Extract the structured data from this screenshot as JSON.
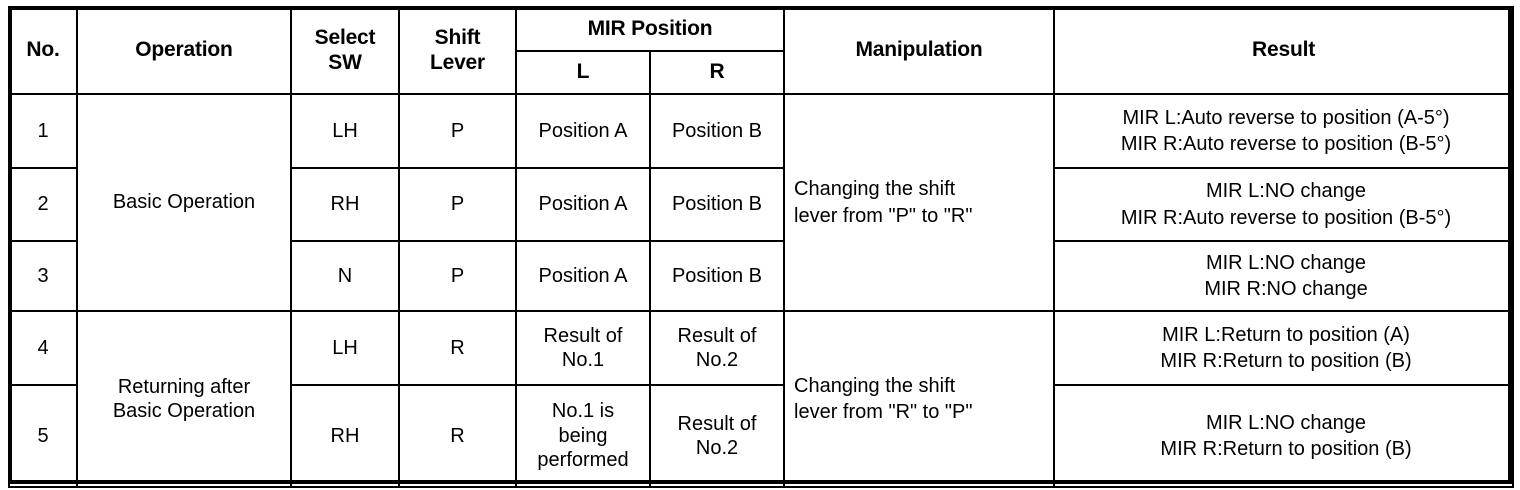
{
  "table": {
    "headers": {
      "no": "No.",
      "operation": "Operation",
      "select_sw": "Select\nSW",
      "shift_lever": "Shift\nLever",
      "mir_position": "MIR Position",
      "mir_l": "L",
      "mir_r": "R",
      "manipulation": "Manipulation",
      "result": "Result"
    },
    "groups": [
      {
        "operation": "Basic Operation",
        "manipulation": "Changing the shift\nlever from \"P\" to \"R\"",
        "rows": [
          {
            "no": "1",
            "select_sw": "LH",
            "shift_lever": "P",
            "mir_l": "Position A",
            "mir_r": "Position B",
            "result": "MIR L:Auto reverse to position (A-5°)\nMIR R:Auto reverse to position (B-5°)"
          },
          {
            "no": "2",
            "select_sw": "RH",
            "shift_lever": "P",
            "mir_l": "Position A",
            "mir_r": "Position B",
            "result": "MIR L:NO change\nMIR R:Auto reverse to position (B-5°)"
          },
          {
            "no": "3",
            "select_sw": "N",
            "shift_lever": "P",
            "mir_l": "Position A",
            "mir_r": "Position B",
            "result": "MIR L:NO change\nMIR R:NO change"
          }
        ]
      },
      {
        "operation": "Returning after\nBasic Operation",
        "manipulation": "Changing the shift\nlever from \"R\" to \"P\"",
        "rows": [
          {
            "no": "4",
            "select_sw": "LH",
            "shift_lever": "R",
            "mir_l": "Result of\nNo.1",
            "mir_r": "Result of\nNo.2",
            "result": "MIR L:Return to position (A)\nMIR R:Return to position (B)"
          },
          {
            "no": "5",
            "select_sw": "RH",
            "shift_lever": "R",
            "mir_l": "No.1 is\nbeing\nperformed",
            "mir_r": "Result of\nNo.2",
            "result": "MIR L:NO change\nMIR R:Return to position (B)"
          }
        ]
      }
    ]
  },
  "colors": {
    "border": "#000000",
    "text": "#000000",
    "background": "#ffffff"
  }
}
